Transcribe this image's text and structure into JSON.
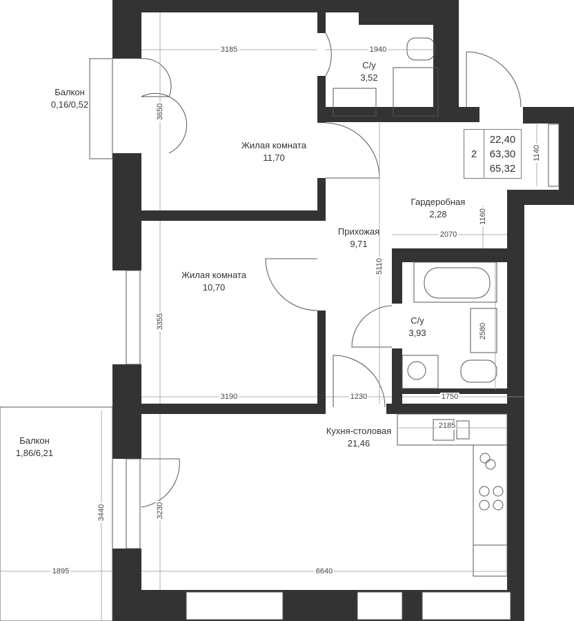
{
  "rooms": [
    {
      "name": "Балкон",
      "area": "0,16/0,52"
    },
    {
      "name": "Жилая комната",
      "area": "11,70"
    },
    {
      "name": "С/у",
      "area": "3,52"
    },
    {
      "name": "Гардеробная",
      "area": "2,28"
    },
    {
      "name": "Прихожая",
      "area": "9,71"
    },
    {
      "name": "Жилая комната",
      "area": "10,70"
    },
    {
      "name": "С/у",
      "area": "3,93"
    },
    {
      "name": "Кухня-столовая",
      "area": "21,46"
    },
    {
      "name": "Балкон",
      "area": "1,86/6,21"
    }
  ],
  "summary": {
    "rooms": "2",
    "living_area": "22,40",
    "total_area": "63,30",
    "area_with_balcony": "65,32"
  },
  "dimensions": {
    "d3185": "3185",
    "d1940": "1940",
    "d3650": "3650",
    "d1140": "1140",
    "d1160": "1160",
    "d2070": "2070",
    "d5110": "5110",
    "d3355": "3355",
    "d2580": "2580",
    "d3190": "3190",
    "d1230": "1230",
    "d1750": "1750",
    "d2185": "2185",
    "d3230": "3230",
    "d3440": "3440",
    "d1895": "1895",
    "d6640": "6640"
  }
}
